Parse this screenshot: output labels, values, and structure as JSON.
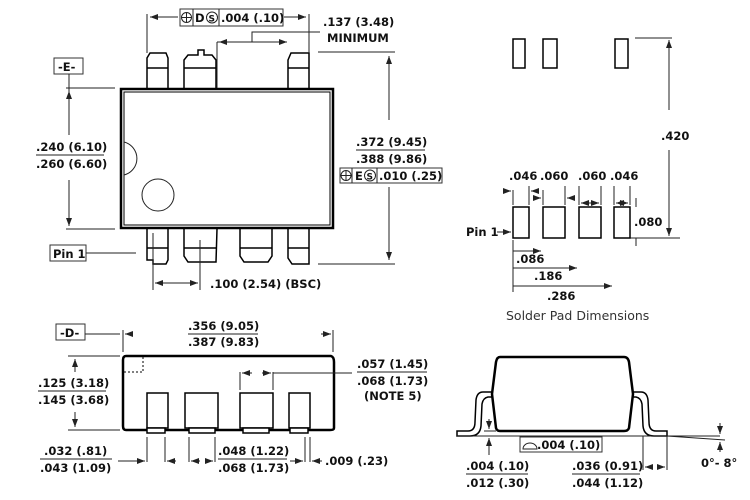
{
  "top_view": {
    "datum_e": "-E-",
    "pin1_label": "Pin 1",
    "tol_d": ".004 (.10)",
    "tol_d_letter": "D",
    "tol_s": "S",
    "lead_span_min": ".137 (3.48)",
    "lead_span_min_note": "MINIMUM",
    "width_min": ".240 (6.10)",
    "width_max": ".260 (6.60)",
    "overall_min": ".372 (9.45)",
    "overall_max": ".388 (9.86)",
    "tol_e_letter": "E",
    "tol_e": ".010 (.25)",
    "pitch": ".100 (2.54) (BSC)"
  },
  "side_view": {
    "datum_d": "-D-",
    "length_min": ".356 (9.05)",
    "length_max": ".387 (9.83)",
    "height_min": ".125 (3.18)",
    "height_max": ".145 (3.68)",
    "lead_w_min": ".057 (1.45)",
    "lead_w_max": ".068 (1.73)",
    "lead_w_note": "(NOTE 5)",
    "edge_min": ".032 (.81)",
    "edge_max": ".043 (1.09)",
    "gap_min": ".048 (1.22)",
    "gap_max": ".068 (1.73)",
    "tip": ".009 (.23)"
  },
  "solder_pads": {
    "height_total": ".420",
    "w1": ".046",
    "w2": ".060",
    "w3": ".060",
    "w4": ".046",
    "pad_h": ".080",
    "pin1_label": "Pin 1",
    "d1": ".086",
    "d2": ".186",
    "d3": ".286",
    "caption": "Solder Pad Dimensions"
  },
  "end_view": {
    "coplanarity": ".004 (.10)",
    "standoff_min": ".004 (.10)",
    "standoff_max": ".012 (.30)",
    "foot_min": ".036 (0.91)",
    "foot_max": ".044 (1.12)",
    "angle": "0°- 8°"
  }
}
